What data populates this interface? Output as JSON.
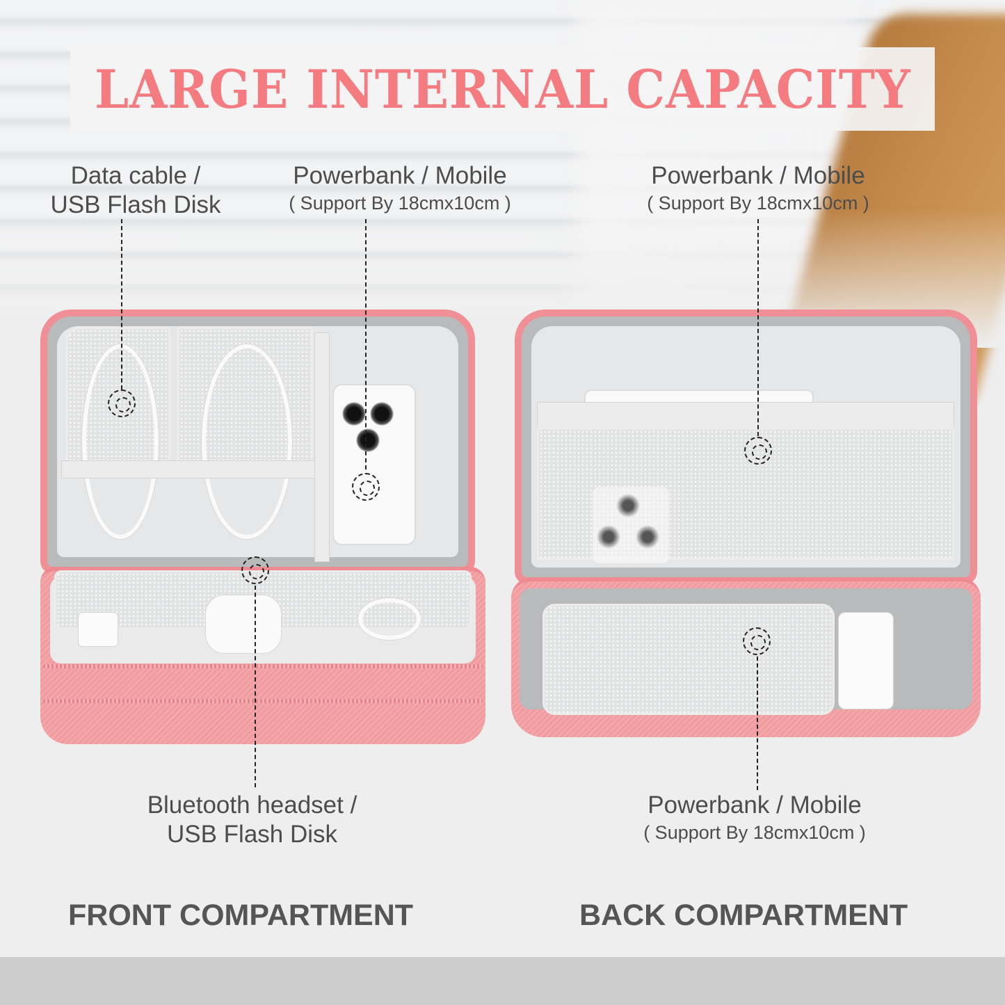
{
  "title": "LARGE INTERNAL CAPACITY",
  "colors": {
    "title": "#f47c80",
    "label_text": "#4c4c4c",
    "heading_text": "#555555",
    "bag_pink": "#f2a3a6",
    "lining_gray": "#e6e7e8",
    "floor": "#cccccc"
  },
  "front": {
    "heading": "FRONT COMPARTMENT",
    "labels": [
      {
        "main_line1": "Data cable /",
        "main_line2": "USB Flash Disk"
      },
      {
        "main": "Powerbank / Mobile",
        "sub": "( Support By 18cmx10cm )"
      },
      {
        "main_line1": "Bluetooth headset /",
        "main_line2": "USB Flash Disk"
      }
    ]
  },
  "back": {
    "heading": "BACK COMPARTMENT",
    "labels": [
      {
        "main": "Powerbank / Mobile",
        "sub": "( Support By 18cmx10cm )"
      },
      {
        "main": "Powerbank / Mobile",
        "sub": "( Support By 18cmx10cm )"
      }
    ]
  },
  "icons": {
    "callout_marker": "dashed-concentric-circle",
    "leader_line": "dashed-vertical-line"
  }
}
